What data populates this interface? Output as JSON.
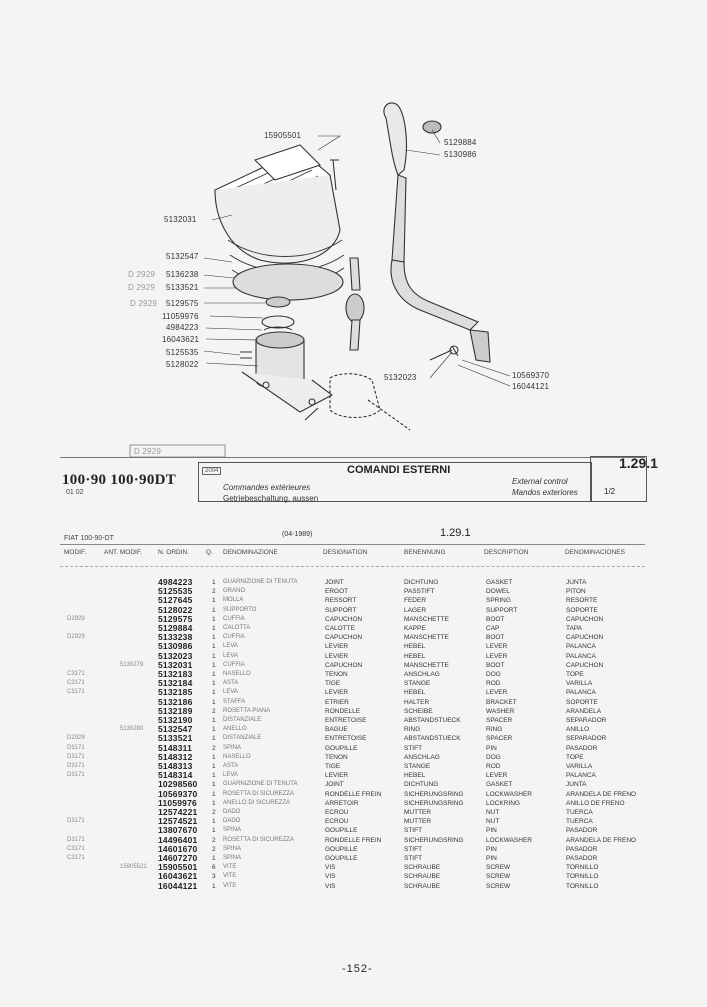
{
  "drawing": {
    "callouts": [
      {
        "text": "15905501"
      },
      {
        "text": "5129884"
      },
      {
        "text": "5130986"
      },
      {
        "text": "5132031"
      },
      {
        "text": "5132547"
      },
      {
        "text": "D 2929"
      },
      {
        "text": "5136238"
      },
      {
        "text": "D 2929"
      },
      {
        "text": "5133521"
      },
      {
        "text": "D 2929"
      },
      {
        "text": "5129575"
      },
      {
        "text": "11059976"
      },
      {
        "text": "4984223"
      },
      {
        "text": "16043621"
      },
      {
        "text": "5125535"
      },
      {
        "text": "5128022"
      },
      {
        "text": "5132023"
      },
      {
        "text": "10569370"
      },
      {
        "text": "16044121"
      }
    ],
    "revision_stamp": "D 2929"
  },
  "header": {
    "models": "100·90 100·90DT",
    "models_sub": "01  02",
    "code_tag": "2004",
    "title_it": "COMANDI ESTERNI",
    "title_fr": "Commandes extérieures",
    "title_de": "Getriebeschaltung, aussen",
    "title_en": "External control",
    "title_es": "Mandos exteriores",
    "section": "1.29.1",
    "page_of": "1/2"
  },
  "table": {
    "fiat_label": "FIAT 100-90-DT",
    "date_label": "(04-1989)",
    "section": "1.29.1",
    "columns": [
      "MODIF.",
      "ANT. MODIF.",
      "N. ORDIN.",
      "Q.",
      "DENOMINAZIONE",
      "DESIGNATION",
      "BENENNUNG",
      "DESCRIPTION",
      "DENOMINACIONES"
    ],
    "rows": [
      {
        "modif": "",
        "ant": "",
        "ordin": "4984223",
        "q": "1",
        "it": "GUARNIZIONE DI TENUTA",
        "fr": "JOINT",
        "de": "DICHTUNG",
        "en": "GASKET",
        "es": "JUNTA"
      },
      {
        "modif": "",
        "ant": "",
        "ordin": "5125535",
        "q": "2",
        "it": "GRANO",
        "fr": "ERGOT",
        "de": "PASSTIFT",
        "en": "DOWEL",
        "es": "PITON"
      },
      {
        "modif": "",
        "ant": "",
        "ordin": "5127645",
        "q": "1",
        "it": "MOLLA",
        "fr": "RESSORT",
        "de": "FEDER",
        "en": "SPRING",
        "es": "RESORTE"
      },
      {
        "modif": "",
        "ant": "",
        "ordin": "5128022",
        "q": "1",
        "it": "SUPPORTO",
        "fr": "SUPPORT",
        "de": "LAGER",
        "en": "SUPPORT",
        "es": "SOPORTE"
      },
      {
        "modif": "D2929",
        "ant": "",
        "ordin": "5129575",
        "q": "1",
        "it": "CUFFIA",
        "fr": "CAPUCHON",
        "de": "MANSCHETTE",
        "en": "BOOT",
        "es": "CAPUCHON"
      },
      {
        "modif": "",
        "ant": "",
        "ordin": "5129884",
        "q": "1",
        "it": "CALOTTA",
        "fr": "CALOTTE",
        "de": "KAPPE",
        "en": "CAP",
        "es": "TAPA"
      },
      {
        "modif": "D2929",
        "ant": "",
        "ordin": "5133238",
        "q": "1",
        "it": "CUFFIA",
        "fr": "CAPUCHON",
        "de": "MANSCHETTE",
        "en": "BOOT",
        "es": "CAPUCHON"
      },
      {
        "modif": "",
        "ant": "",
        "ordin": "5130986",
        "q": "1",
        "it": "LEVA",
        "fr": "LEVIER",
        "de": "HEBEL",
        "en": "LEVER",
        "es": "PALANCA"
      },
      {
        "modif": "",
        "ant": "",
        "ordin": "5132023",
        "q": "1",
        "it": "LEVA",
        "fr": "LEVIER",
        "de": "HEBEL",
        "en": "LEVER",
        "es": "PALANCA"
      },
      {
        "modif": "",
        "ant": "5130279",
        "ordin": "5132031",
        "q": "1",
        "it": "CUFFIA",
        "fr": "CAPUCHON",
        "de": "MANSCHETTE",
        "en": "BOOT",
        "es": "CAPUCHON"
      },
      {
        "modif": "C3171",
        "ant": "",
        "ordin": "5132183",
        "q": "1",
        "it": "NASELLO",
        "fr": "TENON",
        "de": "ANSCHLAG",
        "en": "DOG",
        "es": "TOPE"
      },
      {
        "modif": "C3171",
        "ant": "",
        "ordin": "5132184",
        "q": "1",
        "it": "ASTA",
        "fr": "TIGE",
        "de": "STANGE",
        "en": "ROD",
        "es": "VARILLA"
      },
      {
        "modif": "C3171",
        "ant": "",
        "ordin": "5132185",
        "q": "1",
        "it": "LEVA",
        "fr": "LEVIER",
        "de": "HEBEL",
        "en": "LEVER",
        "es": "PALANCA"
      },
      {
        "modif": "",
        "ant": "",
        "ordin": "5132186",
        "q": "1",
        "it": "STAFFA",
        "fr": "ETRIER",
        "de": "HALTER",
        "en": "BRACKET",
        "es": "SOPORTE"
      },
      {
        "modif": "",
        "ant": "",
        "ordin": "5132189",
        "q": "2",
        "it": "ROSETTA PIANA",
        "fr": "RONDELLE",
        "de": "SCHEIBE",
        "en": "WASHER",
        "es": "ARANDELA"
      },
      {
        "modif": "",
        "ant": "",
        "ordin": "5132190",
        "q": "1",
        "it": "DISTANZIALE",
        "fr": "ENTRETOISE",
        "de": "ABSTANDSTUECK",
        "en": "SPACER",
        "es": "SEPARADOR"
      },
      {
        "modif": "",
        "ant": "5130280",
        "ordin": "5132547",
        "q": "1",
        "it": "ANELLO",
        "fr": "BAGUE",
        "de": "RING",
        "en": "RING",
        "es": "ANILLO"
      },
      {
        "modif": "D2929",
        "ant": "",
        "ordin": "5133521",
        "q": "1",
        "it": "DISTANZIALE",
        "fr": "ENTRETOISE",
        "de": "ABSTANDSTUECK",
        "en": "SPACER",
        "es": "SEPARADOR"
      },
      {
        "modif": "D3171",
        "ant": "",
        "ordin": "5148311",
        "q": "2",
        "it": "SPINA",
        "fr": "GOUPILLE",
        "de": "STIFT",
        "en": "PIN",
        "es": "PASADOR"
      },
      {
        "modif": "D3171",
        "ant": "",
        "ordin": "5148312",
        "q": "1",
        "it": "NASELLO",
        "fr": "TENON",
        "de": "ANSCHLAG",
        "en": "DOG",
        "es": "TOPE"
      },
      {
        "modif": "D3171",
        "ant": "",
        "ordin": "5148313",
        "q": "1",
        "it": "ASTA",
        "fr": "TIGE",
        "de": "STANGE",
        "en": "ROD",
        "es": "VARILLA"
      },
      {
        "modif": "D3171",
        "ant": "",
        "ordin": "5148314",
        "q": "1",
        "it": "LEVA",
        "fr": "LEVIER",
        "de": "HEBEL",
        "en": "LEVER",
        "es": "PALANCA"
      },
      {
        "modif": "",
        "ant": "",
        "ordin": "10298560",
        "q": "1",
        "it": "GUARNIZIONE DI TENUTA",
        "fr": "JOINT",
        "de": "DICHTUNG",
        "en": "GASKET",
        "es": "JUNTA"
      },
      {
        "modif": "",
        "ant": "",
        "ordin": "10569370",
        "q": "1",
        "it": "ROSETTA DI SICUREZZA",
        "fr": "RONDELLE FREIN",
        "de": "SICHERUNGSRING",
        "en": "LOCKWASHER",
        "es": "ARANDELA DE FRENO"
      },
      {
        "modif": "",
        "ant": "",
        "ordin": "11059976",
        "q": "1",
        "it": "ANELLO DI SICUREZZA",
        "fr": "ARRETOIR",
        "de": "SICHERUNGSRING",
        "en": "LOCKRING",
        "es": "ANILLO DE FRENO"
      },
      {
        "modif": "",
        "ant": "",
        "ordin": "12574221",
        "q": "2",
        "it": "DADO",
        "fr": "ECROU",
        "de": "MUTTER",
        "en": "NUT",
        "es": "TUERCA"
      },
      {
        "modif": "D3171",
        "ant": "",
        "ordin": "12574521",
        "q": "1",
        "it": "DADO",
        "fr": "ECROU",
        "de": "MUTTER",
        "en": "NUT",
        "es": "TUERCA"
      },
      {
        "modif": "",
        "ant": "",
        "ordin": "13807670",
        "q": "1",
        "it": "SPINA",
        "fr": "GOUPILLE",
        "de": "STIFT",
        "en": "PIN",
        "es": "PASADOR"
      },
      {
        "modif": "D3171",
        "ant": "",
        "ordin": "14496401",
        "q": "2",
        "it": "ROSETTA DI SICUREZZA",
        "fr": "RONDELLE FREIN",
        "de": "SICHERUNGSRING",
        "en": "LOCKWASHER",
        "es": "ARANDELA DE FRENO"
      },
      {
        "modif": "C3171",
        "ant": "",
        "ordin": "14601670",
        "q": "2",
        "it": "SPINA",
        "fr": "GOUPILLE",
        "de": "STIFT",
        "en": "PIN",
        "es": "PASADOR"
      },
      {
        "modif": "C3171",
        "ant": "",
        "ordin": "14607270",
        "q": "1",
        "it": "SPINA",
        "fr": "GOUPILLE",
        "de": "STIFT",
        "en": "PIN",
        "es": "PASADOR"
      },
      {
        "modif": "",
        "ant": "15905521",
        "ordin": "15905501",
        "q": "6",
        "it": "VITE",
        "fr": "VIS",
        "de": "SCHRAUBE",
        "en": "SCREW",
        "es": "TORNILLO"
      },
      {
        "modif": "",
        "ant": "",
        "ordin": "16043621",
        "q": "3",
        "it": "VITE",
        "fr": "VIS",
        "de": "SCHRAUBE",
        "en": "SCREW",
        "es": "TORNILLO"
      },
      {
        "modif": "",
        "ant": "",
        "ordin": "16044121",
        "q": "1",
        "it": "VITE",
        "fr": "VIS",
        "de": "SCHRAUBE",
        "en": "SCREW",
        "es": "TORNILLO"
      }
    ]
  },
  "footer": {
    "page_number": "-152-"
  }
}
